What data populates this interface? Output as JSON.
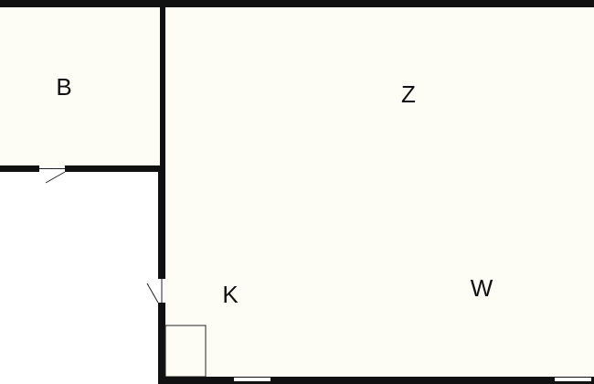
{
  "floorplan": {
    "rooms": [
      {
        "id": "room-b",
        "label": "B"
      },
      {
        "id": "room-z",
        "label": "Z"
      },
      {
        "id": "room-k",
        "label": "K"
      },
      {
        "id": "room-w",
        "label": "W"
      }
    ],
    "colors": {
      "wall": "#111111",
      "room_fill": "#fdfdf6",
      "background": "#ffffff"
    }
  }
}
